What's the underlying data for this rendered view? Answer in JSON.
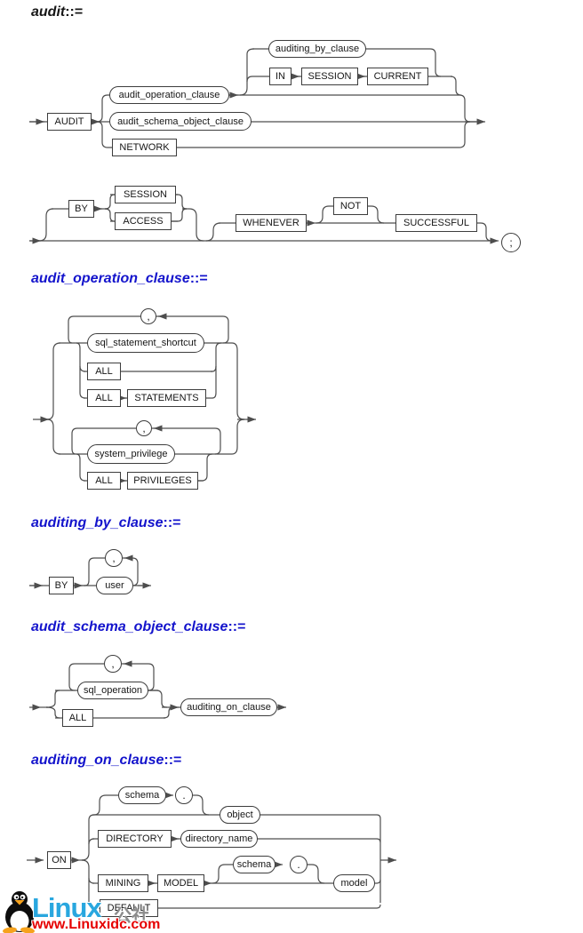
{
  "colors": {
    "link_blue": "#1414cc",
    "line_gray": "#4d4d4d",
    "brand_blue": "#29a7df",
    "brand_red": "#e60000",
    "brand_gray": "#8c8c8c"
  },
  "punct": {
    "comma": ",",
    "dot": ".",
    "semicolon": ";"
  },
  "headings": [
    {
      "name": "audit",
      "assign": "::="
    },
    {
      "name": "audit_operation_clause",
      "assign": "::="
    },
    {
      "name": "auditing_by_clause",
      "assign": "::="
    },
    {
      "name": "audit_schema_object_clause",
      "assign": "::="
    },
    {
      "name": "auditing_on_clause",
      "assign": "::="
    }
  ],
  "d1": {
    "audit": "AUDIT",
    "op_clause": "audit_operation_clause",
    "schema_obj_clause": "audit_schema_object_clause",
    "network": "NETWORK",
    "auditing_by": "auditing_by_clause",
    "in": "IN",
    "session": "SESSION",
    "current": "CURRENT",
    "by": "BY",
    "session2": "SESSION",
    "access": "ACCESS",
    "whenever": "WHENEVER",
    "not": "NOT",
    "successful": "SUCCESSFUL"
  },
  "d2": {
    "shortcut": "sql_statement_shortcut",
    "all1": "ALL",
    "all2": "ALL",
    "statements": "STATEMENTS",
    "privilege": "system_privilege",
    "all3": "ALL",
    "privileges": "PRIVILEGES"
  },
  "d3": {
    "by": "BY",
    "user": "user"
  },
  "d4": {
    "sql_operation": "sql_operation",
    "all": "ALL",
    "on_clause": "auditing_on_clause"
  },
  "d5": {
    "on": "ON",
    "schema1": "schema",
    "object": "object",
    "directory": "DIRECTORY",
    "directory_name": "directory_name",
    "mining": "MINING",
    "model_kw": "MODEL",
    "schema2": "schema",
    "model": "model",
    "default": "DEFAULT"
  },
  "watermark": {
    "brand": "Linux",
    "brand_cn": "公社",
    "url": "www.Linuxidc.com"
  }
}
